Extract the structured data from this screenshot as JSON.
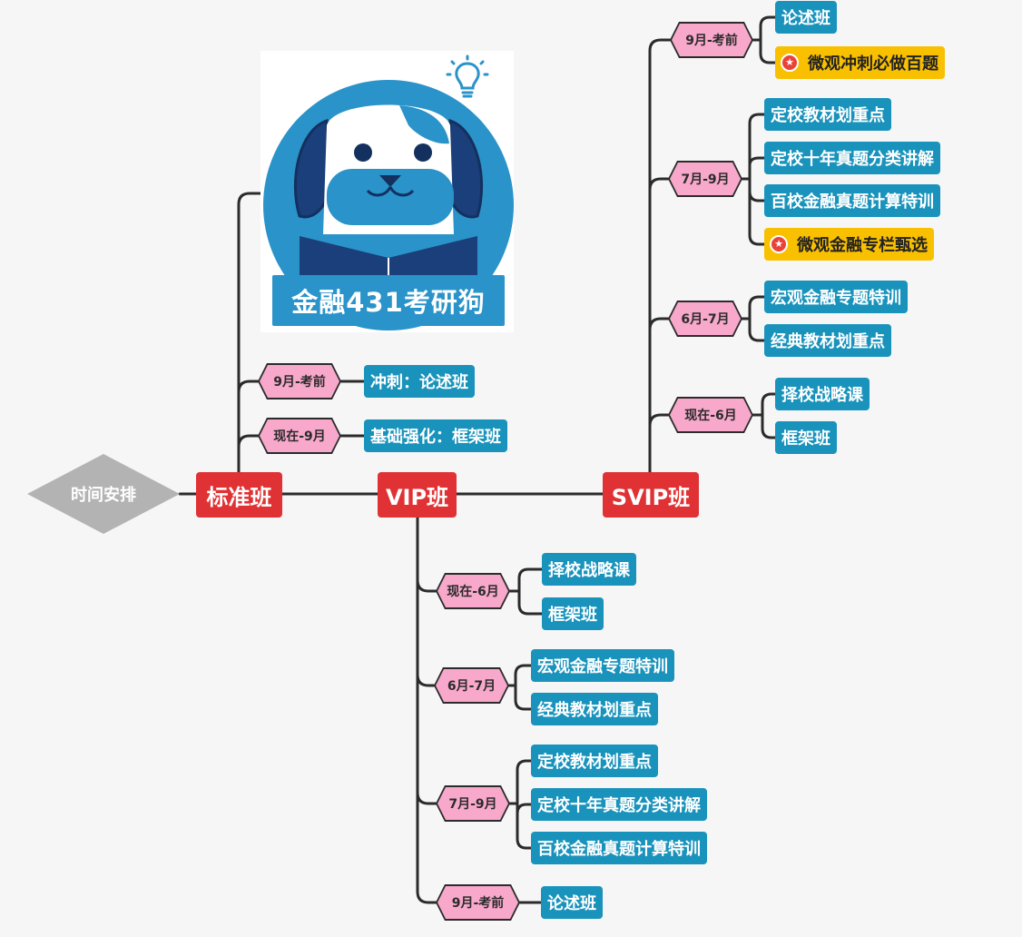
{
  "root": {
    "label": "时间安排"
  },
  "classes": {
    "standard": {
      "label": "标准班"
    },
    "vip": {
      "label": "VIP班"
    },
    "svip": {
      "label": "SVIP班"
    }
  },
  "logo": {
    "text": "金融431考研狗",
    "icon": "dog-reading-book-icon"
  },
  "standard": {
    "periods": [
      {
        "label": "9月-考前",
        "items": [
          "冲刺：论述班"
        ]
      },
      {
        "label": "现在-9月",
        "items": [
          "基础强化：框架班"
        ]
      }
    ]
  },
  "vip": {
    "periods": [
      {
        "label": "现在-6月",
        "items": [
          "择校战略课",
          "框架班"
        ]
      },
      {
        "label": "6月-7月",
        "items": [
          "宏观金融专题特训",
          "经典教材划重点"
        ]
      },
      {
        "label": "7月-9月",
        "items": [
          "定校教材划重点",
          "定校十年真题分类讲解",
          "百校金融真题计算特训"
        ]
      },
      {
        "label": "9月-考前",
        "items": [
          "论述班"
        ]
      }
    ]
  },
  "svip": {
    "periods": [
      {
        "label": "9月-考前",
        "items": [
          "论述班",
          "微观冲刺必做百题"
        ]
      },
      {
        "label": "7月-9月",
        "items": [
          "定校教材划重点",
          "定校十年真题分类讲解",
          "百校金融真题计算特训",
          "微观金融专栏甄选"
        ]
      },
      {
        "label": "6月-7月",
        "items": [
          "宏观金融专题特训",
          "经典教材划重点"
        ]
      },
      {
        "label": "现在-6月",
        "items": [
          "择校战略课",
          "框架班"
        ]
      }
    ]
  },
  "colors": {
    "root": "#b3b3b3",
    "class": "#e03234",
    "period": "#f7a8cb",
    "leaf": "#1a93bc",
    "highlight": "#f9c000",
    "line": "#2b2b2b",
    "badge": "#e94339"
  }
}
